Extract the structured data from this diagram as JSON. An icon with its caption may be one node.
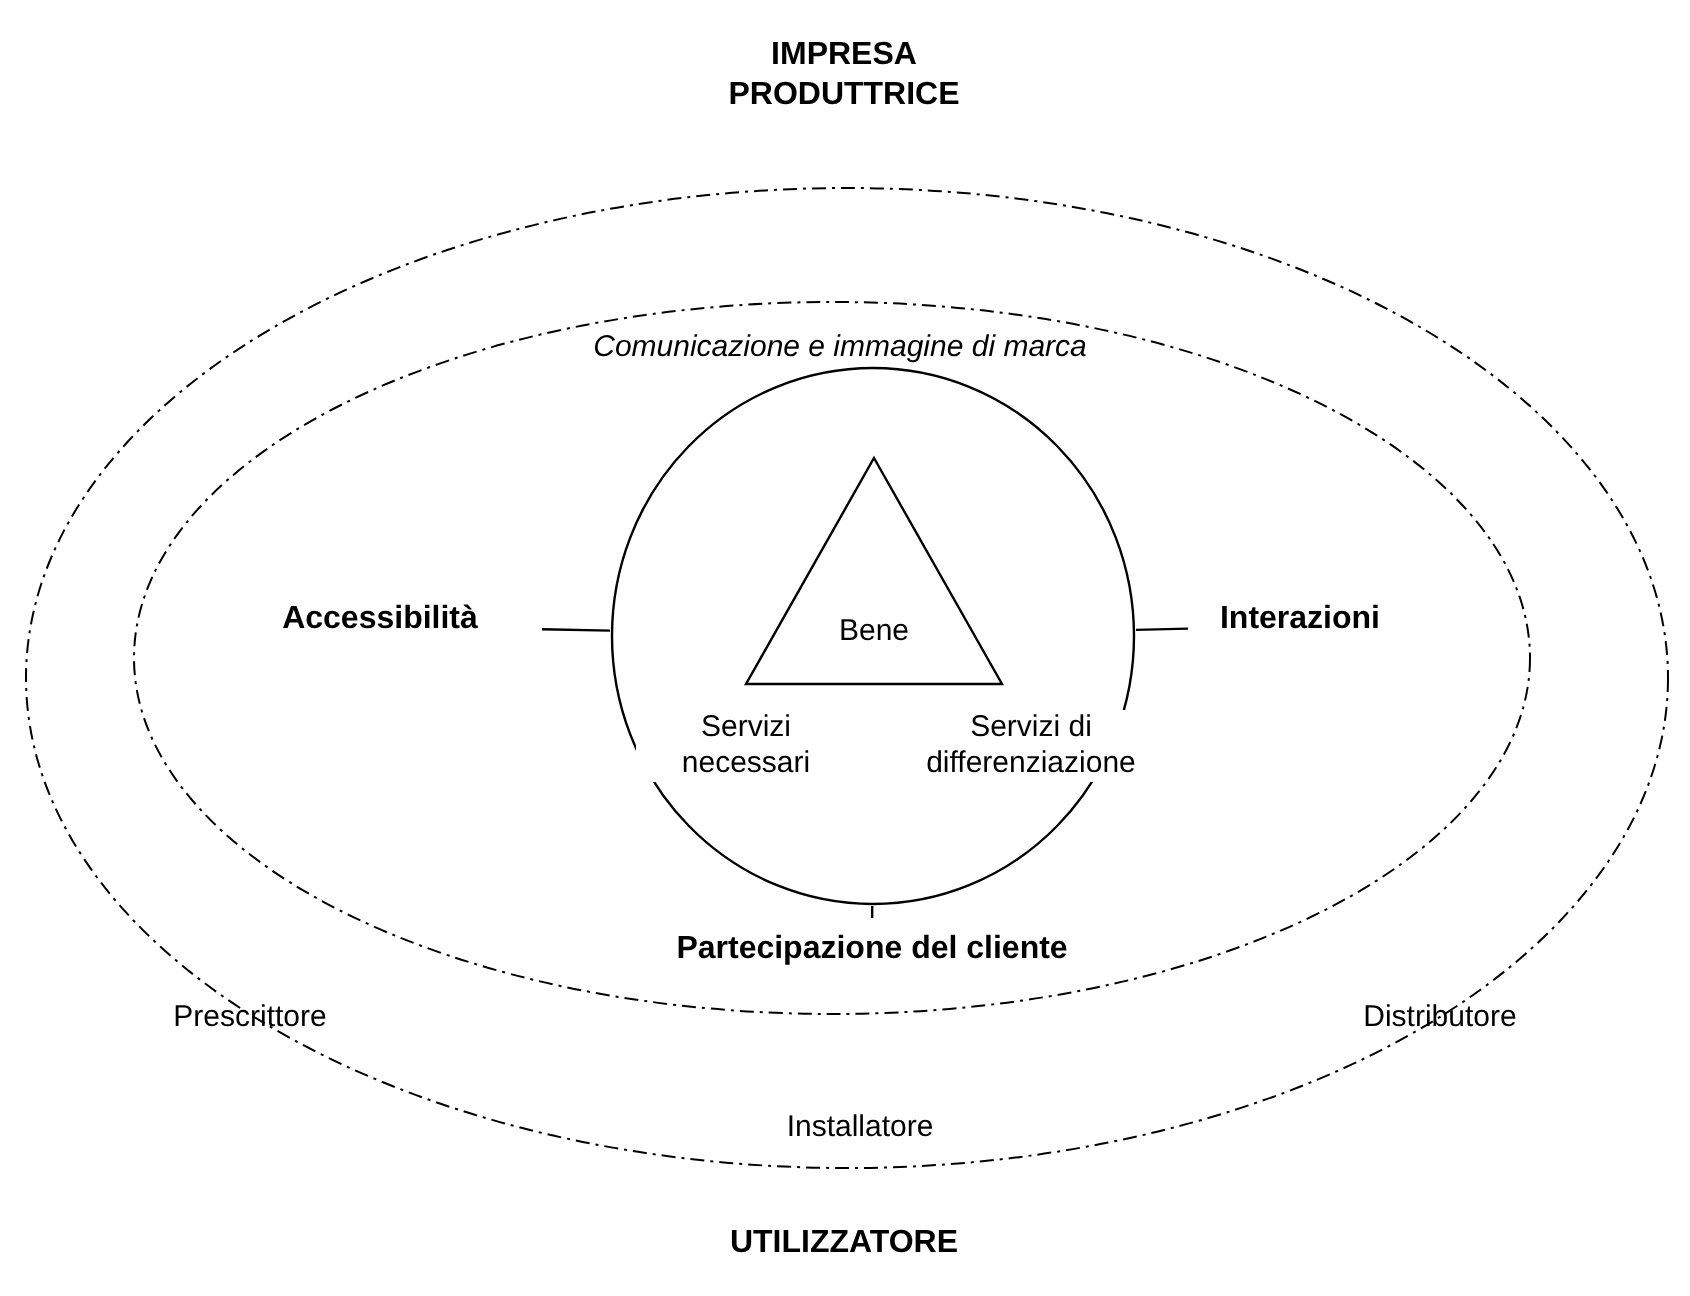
{
  "diagram": {
    "nodes": [
      {
        "text": [
          "Prescrittore",
          "Distributore",
          "Installatore"
        ]
      },
      {
        "text": [
          "Comunicazione e immagine di marca"
        ],
        "in": 0
      },
      {
        "text": [
          "Servizi necessari",
          "Servizi di differenziazione"
        ],
        "in": 1
      },
      {
        "text": [
          "Bene"
        ],
        "in": 2
      },
      {
        "text": [
          "Accessibilità"
        ],
        "in": 1
      },
      {
        "text": [
          "Interazioni"
        ],
        "in": 1
      },
      {
        "text": [
          "Partecipazione del cliente"
        ],
        "in": 1
      }
    ],
    "edges": [
      {
        "from": 4,
        "to": 2,
        "arrow": "none"
      },
      {
        "from": 5,
        "to": 2,
        "arrow": "none"
      },
      {
        "from": 6,
        "to": 2,
        "arrow": "none"
      }
    ],
    "labels": [
      "IMPRESA PRODUTTRICE",
      "UTILIZZATORE"
    ]
  }
}
